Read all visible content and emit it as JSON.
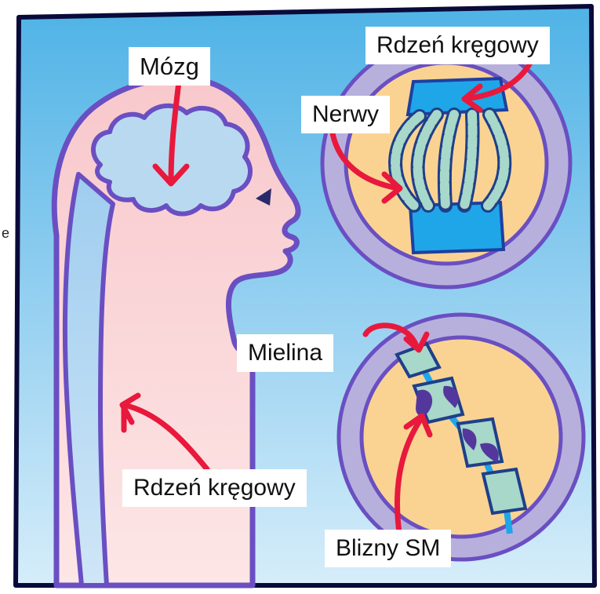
{
  "labels": {
    "brain": "Mózg",
    "spinal_cord_top": "Rdzeń kręgowy",
    "nerves": "Nerwy",
    "myelin": "Mielina",
    "spinal_cord_body": "Rdzeń kręgowy",
    "ms_scars": "Blizny SM"
  },
  "cropped_edge_text": {
    "left_char": "e"
  },
  "colors": {
    "sky_top": "#4fb3e6",
    "sky_bottom": "#cfe9f8",
    "frame_stroke": "#0a0a3a",
    "head_fill": "#fad4d6",
    "head_outline": "#6a4fc2",
    "brain_fill": "#b9d9f1",
    "spine_blue": "#a8d4f2",
    "circle_ring": "#b7b0dc",
    "circle_inner": "#fad393",
    "nerve_green": "#a7d8c9",
    "cord_blue": "#1fa6e8",
    "scar_purple": "#54379c",
    "arrow_red": "#e8193c"
  }
}
